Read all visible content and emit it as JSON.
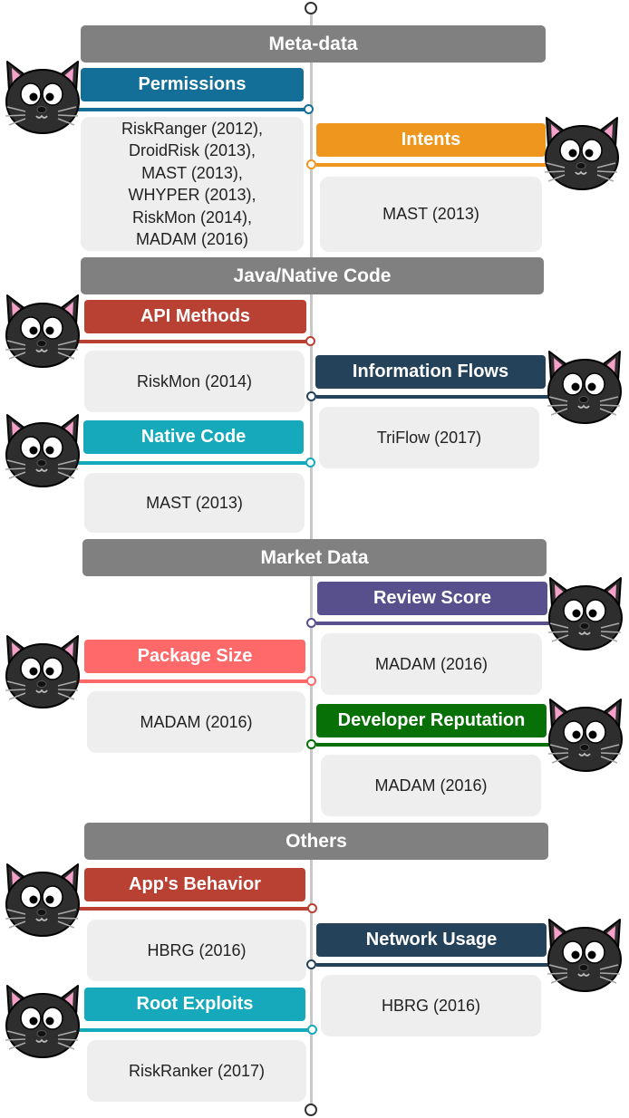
{
  "sections": {
    "metadata": "Meta-data",
    "java": "Java/Native Code",
    "market": "Market Data",
    "others": "Others"
  },
  "categories": {
    "permissions": {
      "label": "Permissions",
      "color": "#146f98"
    },
    "intents": {
      "label": "Intents",
      "color": "#ef961f"
    },
    "api_methods": {
      "label": "API Methods",
      "color": "#b94133"
    },
    "information_flows": {
      "label": "Information Flows",
      "color": "#24425a"
    },
    "native_code": {
      "label": "Native Code",
      "color": "#15a9bb"
    },
    "review_score": {
      "label": "Review Score",
      "color": "#58508d"
    },
    "package_size": {
      "label": "Package Size",
      "color": "#ff6969"
    },
    "developer_reputation": {
      "label": "Developer Reputation",
      "color": "#077007"
    },
    "apps_behavior": {
      "label": "App's Behavior",
      "color": "#b94133"
    },
    "network_usage": {
      "label": "Network Usage",
      "color": "#24425a"
    },
    "root_exploits": {
      "label": "Root Exploits",
      "color": "#15a9bb"
    }
  },
  "refs": {
    "permissions": [
      "RiskRanger (2012),",
      "DroidRisk (2013),",
      "MAST (2013),",
      "WHYPER (2013),",
      "RiskMon (2014),",
      "MADAM (2016)"
    ],
    "intents": [
      "MAST (2013)"
    ],
    "api_methods": [
      "RiskMon (2014)"
    ],
    "information_flows": [
      "TriFlow (2017)"
    ],
    "native_code": [
      "MAST (2013)"
    ],
    "review_score": [
      "MADAM (2016)"
    ],
    "package_size": [
      "MADAM (2016)"
    ],
    "developer_reputation": [
      "MADAM (2016)"
    ],
    "apps_behavior": [
      "HBRG (2016)"
    ],
    "network_usage": [
      "HBRG (2016)"
    ],
    "root_exploits": [
      "RiskRanker (2017)"
    ]
  },
  "icons": {
    "mascot": "black-cat-face-icon"
  }
}
